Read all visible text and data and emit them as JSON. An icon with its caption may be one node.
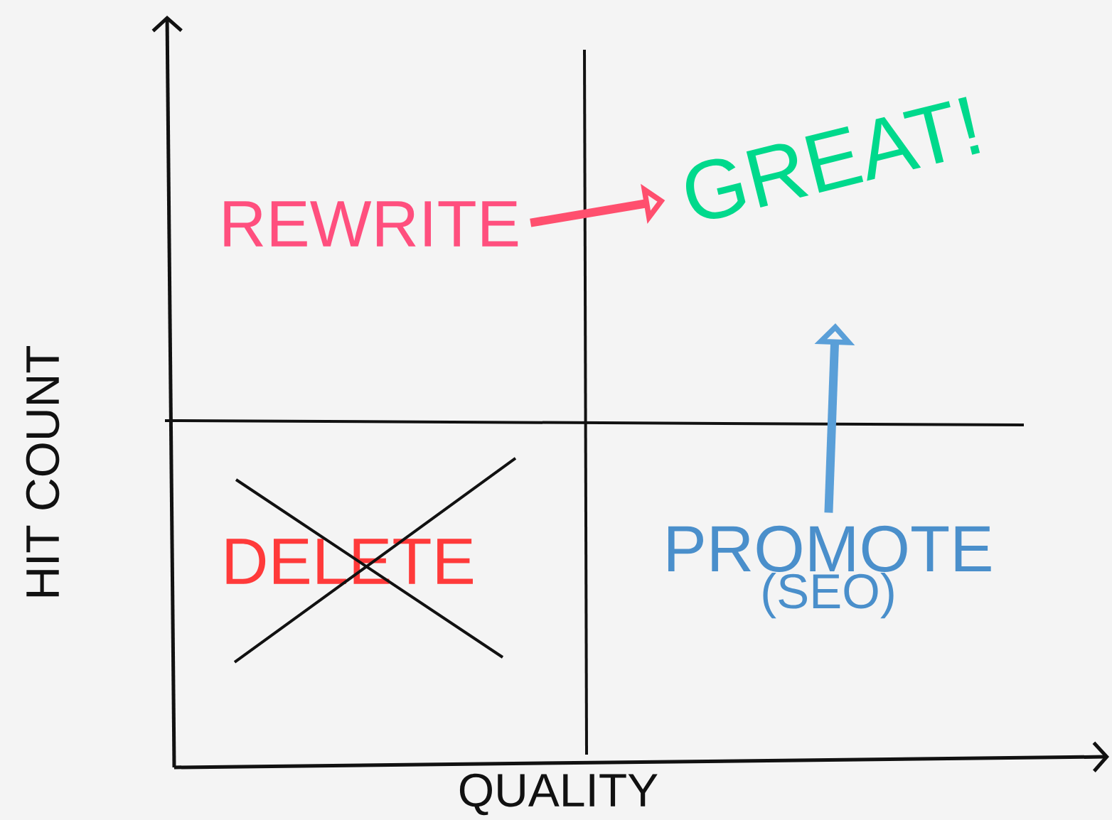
{
  "diagram": {
    "nodes": [
      {
        "text": [
          "REWRITE"
        ]
      },
      {
        "text": [
          "GREAT!"
        ]
      },
      {
        "text": [
          "DELETE"
        ]
      },
      {
        "text": [
          "PROMOTE",
          "(SEO)"
        ]
      }
    ],
    "edges": [
      {
        "from": 0,
        "to": 1,
        "arrow": "to",
        "color": "#ff4f6e"
      },
      {
        "from": 3,
        "to": null,
        "arrow": "to",
        "color": "#5a9fd8"
      }
    ],
    "labels": [
      "HIT COUNT",
      "QUALITY"
    ]
  }
}
